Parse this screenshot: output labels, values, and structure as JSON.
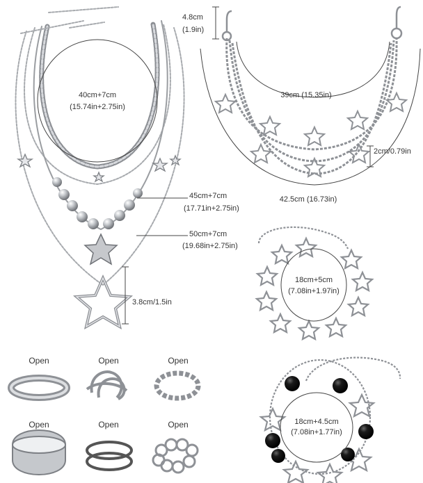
{
  "necklace": {
    "inner_cm": "40cm+7cm",
    "inner_in": "(15.74in+2.75in)",
    "middle_cm": "45cm+7cm",
    "middle_in": "(17.71in+2.75in)",
    "outer_cm": "50cm+7cm",
    "outer_in": "(19.68in+2.75in)",
    "pendant": "3.8cm/1.5in"
  },
  "waist_chain": {
    "hook_cm": "4.8cm",
    "hook_in": "(1.9in)",
    "inner": "39cm  (15.35in)",
    "outer": "42.5cm  (16.73in)",
    "star": "2cm/0.79in"
  },
  "star_bracelet": {
    "cm": "18cm+5cm",
    "in": "(7.08in+1.97in)"
  },
  "bead_bracelet": {
    "cm": "18cm+4.5cm",
    "in": "(7.08in+1.77in)"
  },
  "rings": {
    "labels": [
      "Open",
      "Open",
      "Open",
      "Open",
      "Open",
      "Open"
    ]
  },
  "colors": {
    "silver": "#b9bcc0",
    "silver_dark": "#7d8085",
    "line": "#444444",
    "bead": "#111111"
  }
}
